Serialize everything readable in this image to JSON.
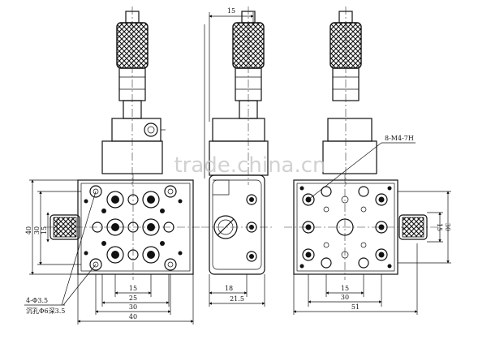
{
  "watermark": "trade.china.cn",
  "left_view": {
    "dims": {
      "bottom_15": "15",
      "bottom_25": "25",
      "bottom_30": "30",
      "bottom_40": "40",
      "left_40": "40",
      "left_30": "30",
      "left_15": "15"
    },
    "note_line1": "4-Φ3.5",
    "note_line2": "沉孔Φ6深3.5"
  },
  "middle_view": {
    "dims": {
      "top_15": "15",
      "bottom_18": "18",
      "bottom_21_5": "21.5"
    }
  },
  "right_view": {
    "thread_note": "8-M4-7H",
    "dims": {
      "bottom_15": "15",
      "bottom_30": "30",
      "bottom_51": "51",
      "right_15": "15",
      "right_30": "30"
    }
  }
}
